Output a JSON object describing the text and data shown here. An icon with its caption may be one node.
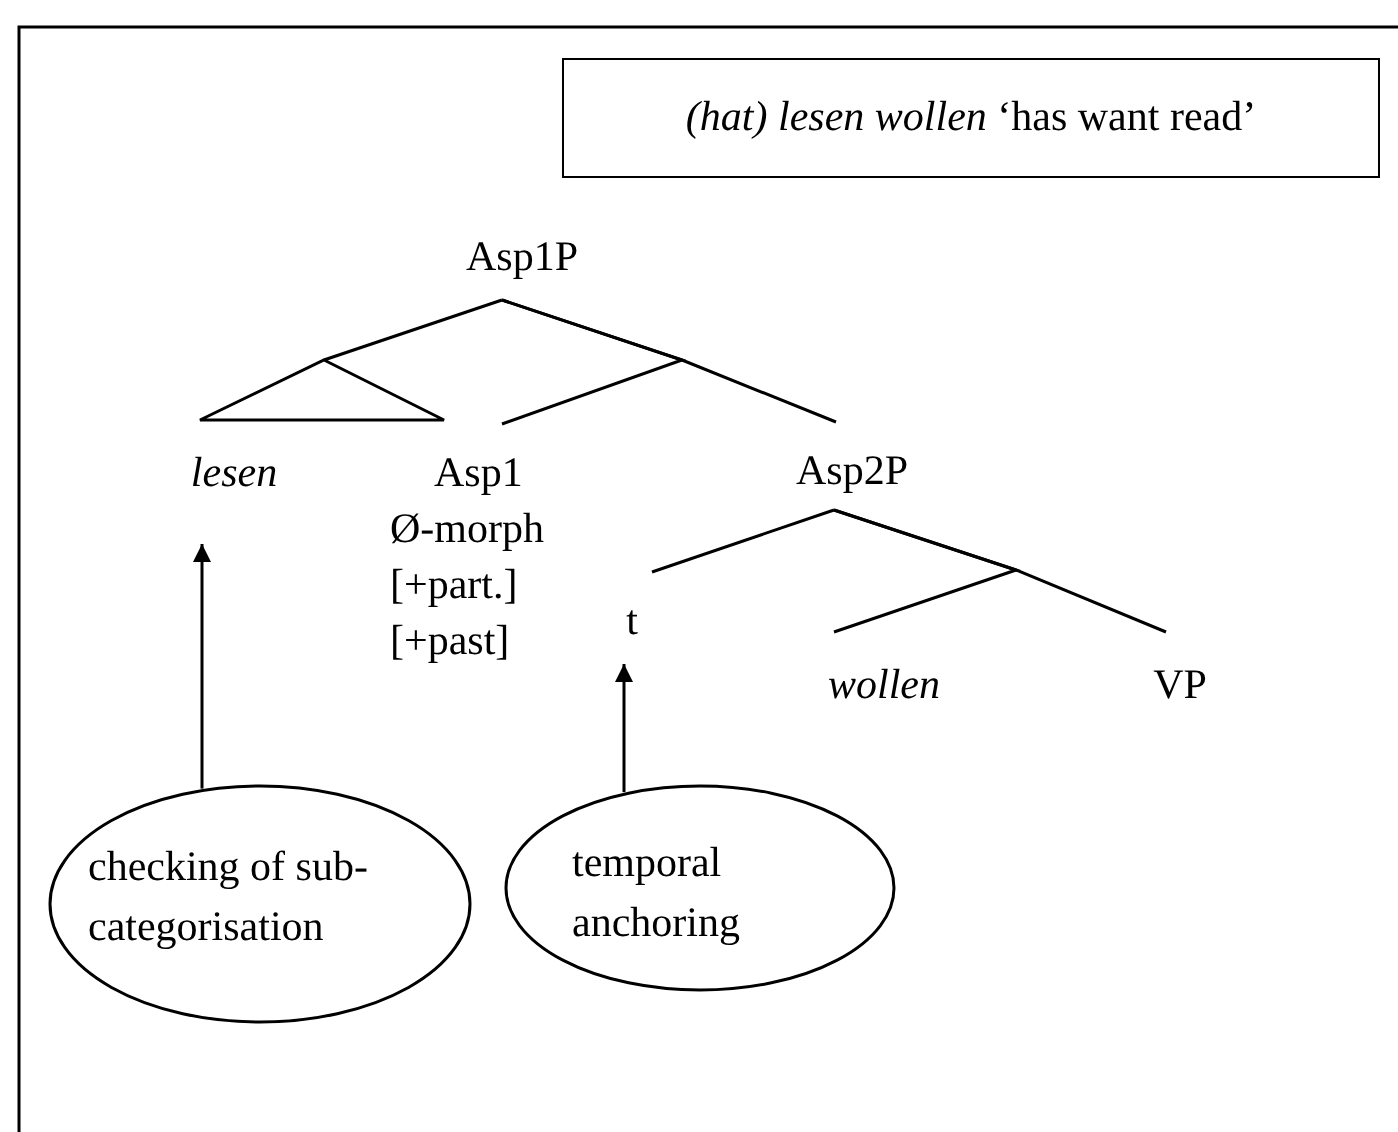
{
  "diagram": {
    "nodes": [
      {
        "text": [
          "*(hat) lesen wollen* ‘has want read’"
        ]
      },
      {
        "text": [
          "Asp1P"
        ]
      },
      {
        "text": [
          "lesen"
        ]
      },
      {
        "text": [
          "Asp1",
          "Ø-morph",
          "[+part.]",
          "[+past]"
        ]
      },
      {
        "text": [
          "Asp2P"
        ]
      },
      {
        "text": [
          "t"
        ]
      },
      {
        "text": [
          "wollen"
        ]
      },
      {
        "text": [
          "VP"
        ]
      },
      {
        "text": [
          "checking of sub-categorisation"
        ]
      },
      {
        "text": [
          "temporal anchoring"
        ]
      }
    ],
    "edges": [
      {
        "from": 1,
        "to": 2,
        "arrow": "none"
      },
      {
        "from": 1,
        "to": 3,
        "arrow": "none"
      },
      {
        "from": 1,
        "to": 4,
        "arrow": "none"
      },
      {
        "from": 4,
        "to": 5,
        "arrow": "none"
      },
      {
        "from": 4,
        "to": 6,
        "arrow": "none"
      },
      {
        "from": 4,
        "to": 7,
        "arrow": "none"
      },
      {
        "from": 8,
        "to": 2,
        "arrow": "to"
      },
      {
        "from": 9,
        "to": 5,
        "arrow": "to"
      }
    ]
  }
}
